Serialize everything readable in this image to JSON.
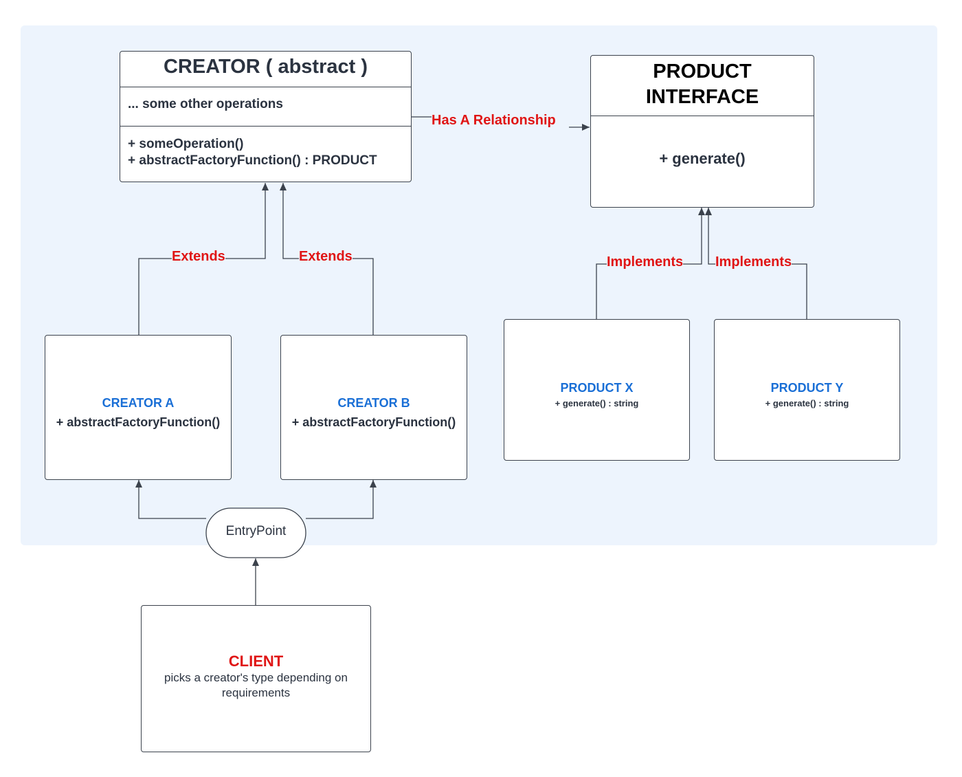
{
  "creator": {
    "title": "CREATOR ( abstract )",
    "other_ops": "... some other operations",
    "method_1": "+ someOperation()",
    "method_2": "+ abstractFactoryFunction() : PRODUCT"
  },
  "product_interface": {
    "title_line_1": "PRODUCT",
    "title_line_2": "INTERFACE",
    "method": "+ generate()"
  },
  "creator_a": {
    "title": "CREATOR A",
    "method": "+ abstractFactoryFunction()"
  },
  "creator_b": {
    "title": "CREATOR B",
    "method": "+ abstractFactoryFunction()"
  },
  "product_x": {
    "title": "PRODUCT X",
    "method": "+ generate() : string"
  },
  "product_y": {
    "title": "PRODUCT Y",
    "method": "+ generate() : string"
  },
  "entry_point": {
    "label": "EntryPoint"
  },
  "client": {
    "title": "CLIENT",
    "description": "picks a creator's type depending on requirements"
  },
  "relations": {
    "has_a": "Has A Relationship",
    "extends_a": "Extends",
    "extends_b": "Extends",
    "implements_x": "Implements",
    "implements_y": "Implements"
  },
  "colors": {
    "background_panel": "#edf4fd",
    "relation_label": "#e01515",
    "subclass_title": "#1a6fd6",
    "stroke": "#3b424c"
  }
}
